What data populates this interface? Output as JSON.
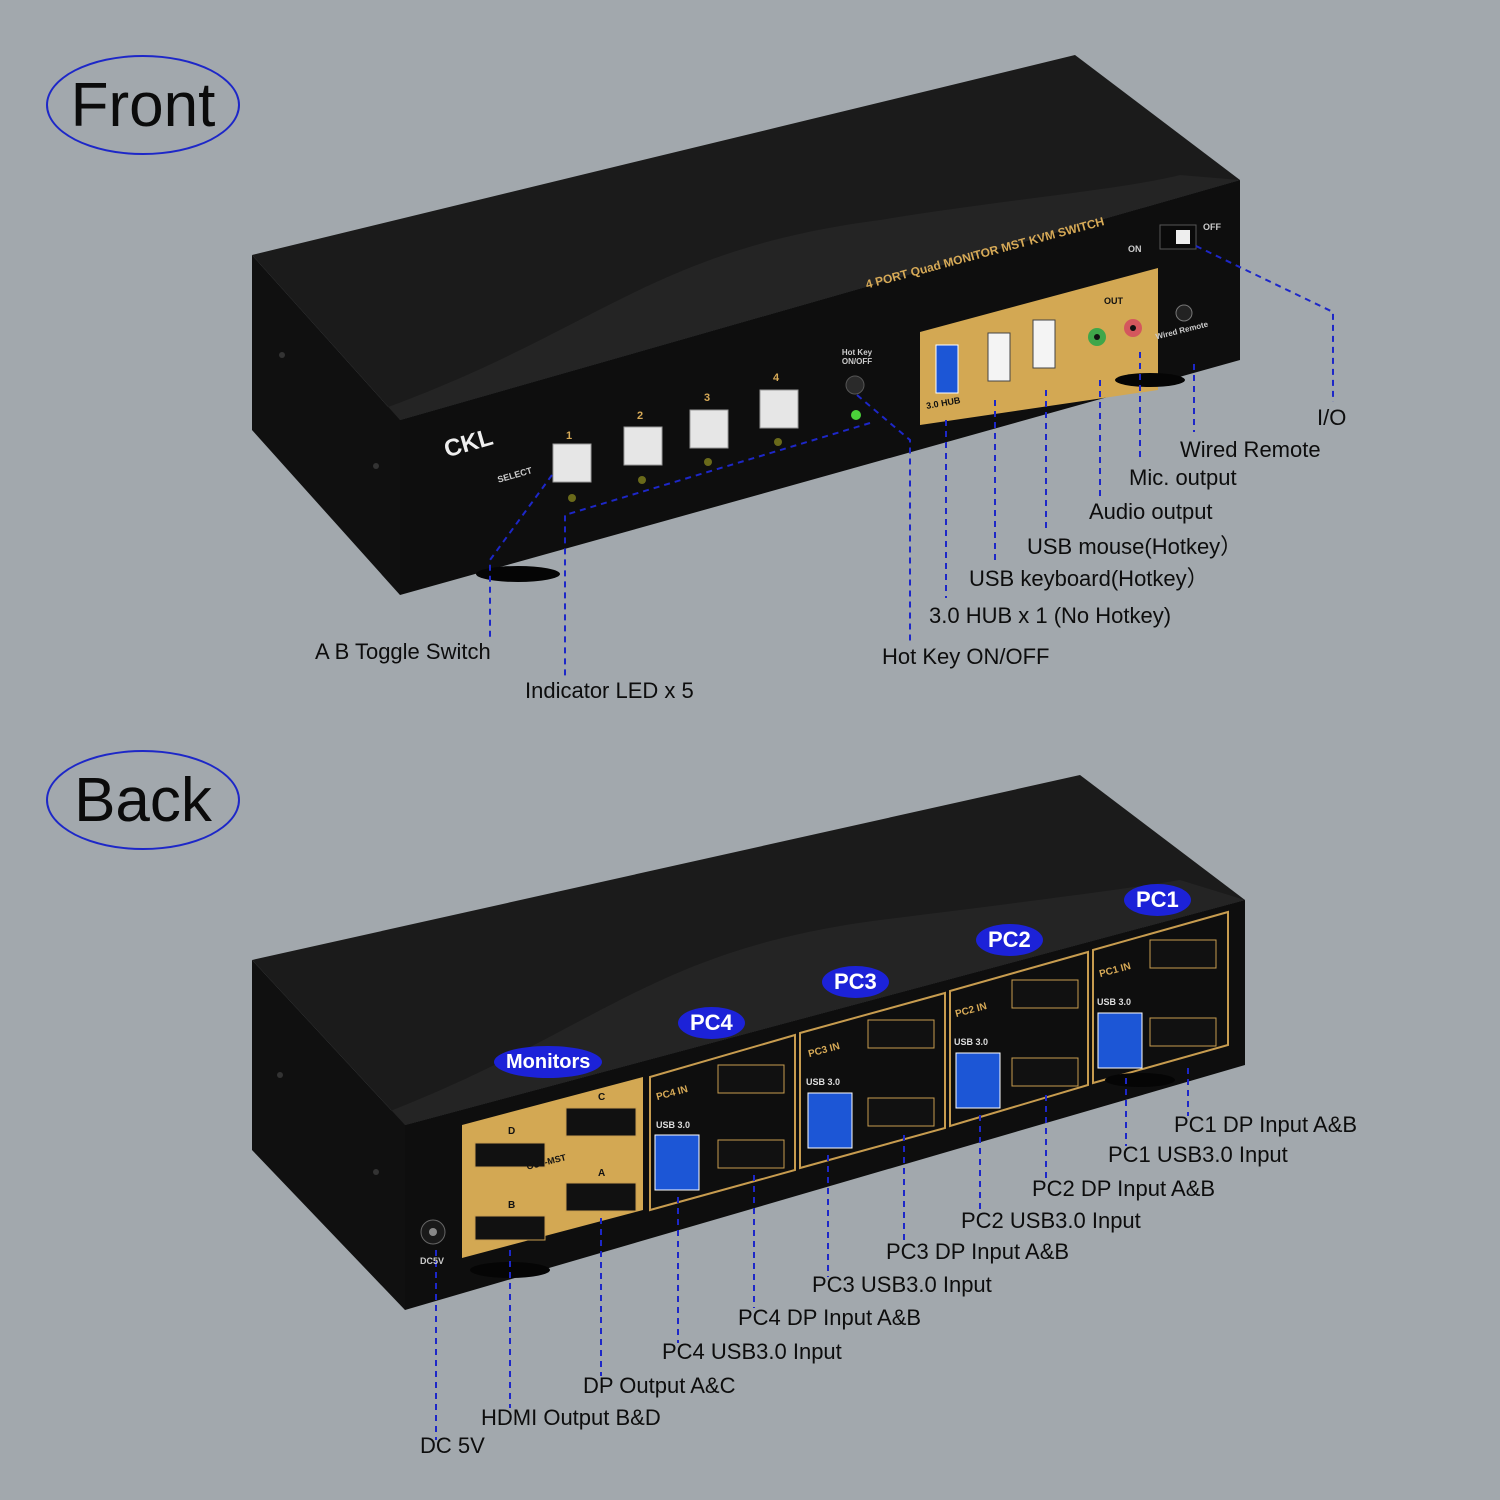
{
  "front": {
    "title": "Front",
    "device": {
      "brand": "CKL",
      "model_text": "4 PORT Quad MONITOR MST KVM SWITCH",
      "select_label": "SELECT",
      "buttons": [
        "1",
        "2",
        "3",
        "4"
      ],
      "hotkey_label": "Hot Key ON/OFF",
      "hub_label": "3.0 HUB",
      "out_label": "OUT",
      "wired_remote_label": "Wired Remote",
      "switch_on": "ON",
      "switch_off": "OFF"
    },
    "callouts": [
      "I/O",
      "Wired Remote",
      "Mic. output",
      "Audio output",
      "USB mouse(Hotkey）",
      "USB keyboard(Hotkey）",
      "3.0 HUB x 1 (No Hotkey)",
      "Hot Key ON/OFF",
      "A B Toggle Switch",
      "Indicator LED x 5"
    ]
  },
  "back": {
    "title": "Back",
    "badges": [
      "Monitors",
      "PC4",
      "PC3",
      "PC2",
      "PC1"
    ],
    "device": {
      "out_mst": "OUT-MST",
      "port_letters": [
        "D",
        "C",
        "B",
        "A"
      ],
      "pc_in": [
        "PC4 IN",
        "PC3 IN",
        "PC2 IN",
        "PC1 IN"
      ],
      "usb30": "USB 3.0",
      "dc_label": "DC5V"
    },
    "callouts": [
      "PC1 DP Input A&B",
      "PC1 USB3.0 Input",
      "PC2 DP Input A&B",
      "PC2 USB3.0 Input",
      "PC3 DP Input A&B",
      "PC3 USB3.0 Input",
      "PC4 DP Input A&B",
      "PC4 USB3.0 Input",
      "DP Output A&C",
      "HDMI Output B&D",
      "DC 5V"
    ]
  }
}
